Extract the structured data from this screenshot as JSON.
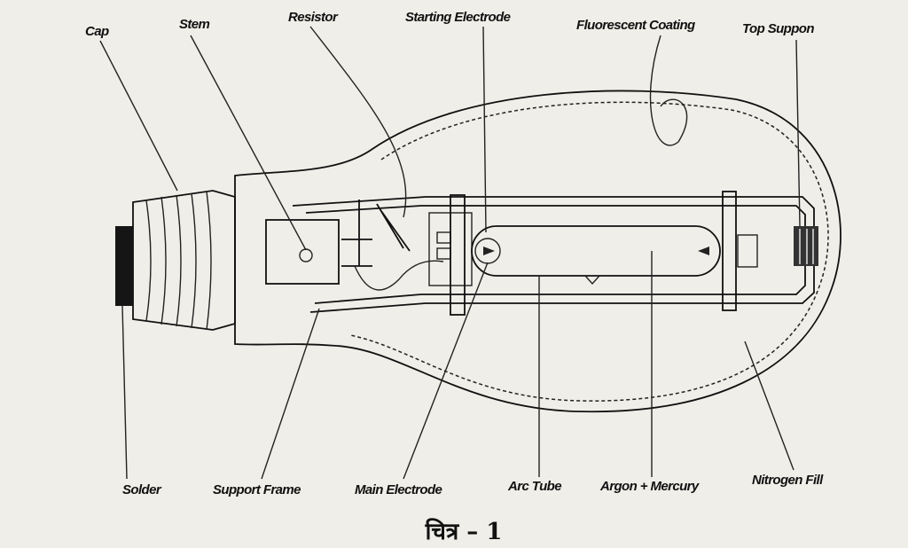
{
  "labels": {
    "cap": "Cap",
    "stem": "Stem",
    "resistor": "Resistor",
    "starting_electrode": "Starting Electrode",
    "fluorescent_coating": "Fluorescent Coating",
    "top_support": "Top Suppon",
    "solder": "Solder",
    "support_frame": "Support Frame",
    "main_electrode": "Main Electrode",
    "arc_tube": "Arc Tube",
    "argon_mercury": "Argon + Mercury",
    "nitrogen_fill": "Nitrogen Fill"
  },
  "caption": "चित्र – 1"
}
